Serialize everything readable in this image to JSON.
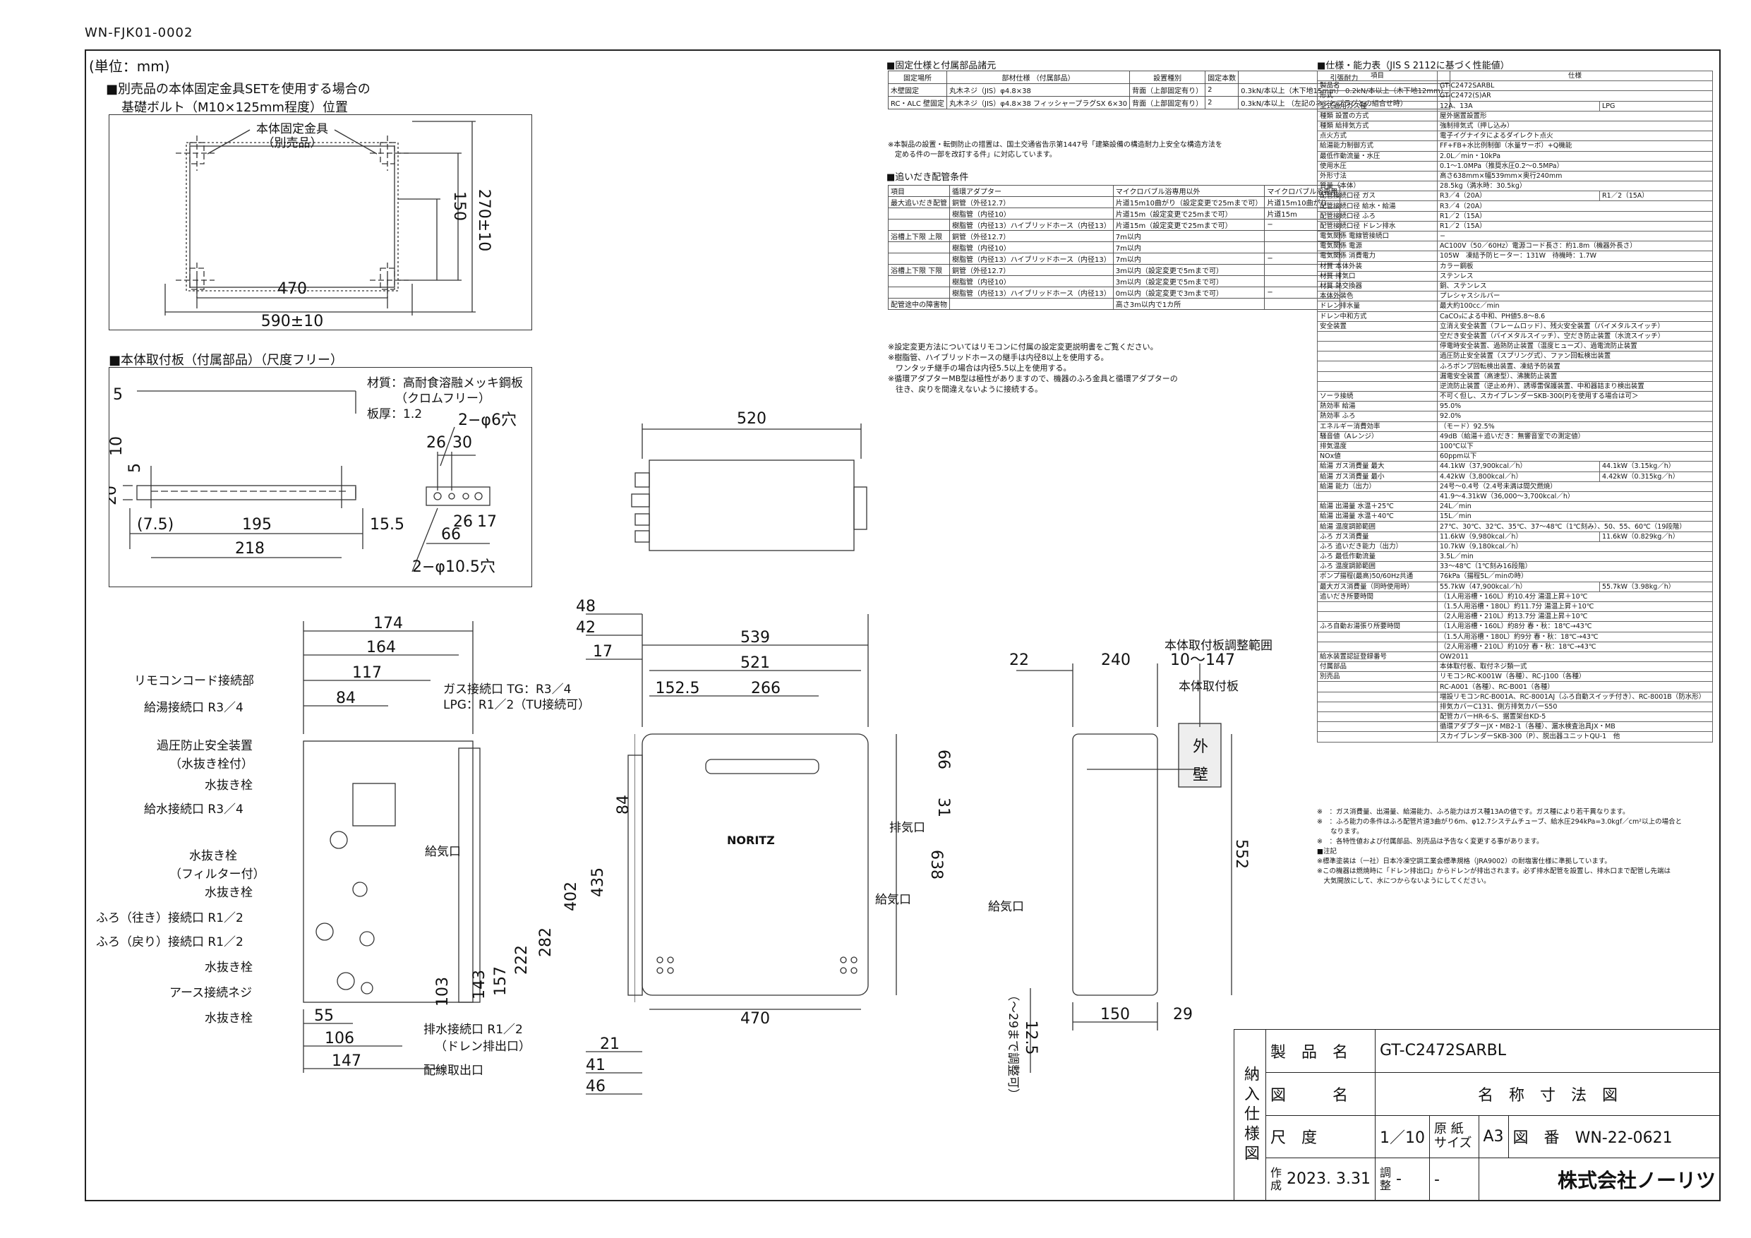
{
  "doc_id": "WN-FJK01-0002",
  "unit_label": "(単位：mm)",
  "section1": {
    "title_line1": "■別売品の本体固定金具SETを使用する場合の",
    "title_line2": "基礎ボルト（M10×125mm程度）位置",
    "bracket_label_line1": "本体固定金具",
    "bracket_label_line2": "（別売品）",
    "dims": [
      "270±10",
      "150",
      "470",
      "590±10"
    ]
  },
  "section2": {
    "title": "■本体取付板（付属部品）（尺度フリー）",
    "material_line1": "材質：高耐食溶融メッキ鋼板",
    "material_line2": "（クロムフリー）",
    "thickness": "板厚：1.2",
    "dims": [
      "5",
      "10",
      "5",
      "20",
      "(7.5)",
      "195",
      "15.5",
      "218",
      "2−φ6穴",
      "26",
      "30",
      "26",
      "17",
      "66",
      "2−φ10.5穴"
    ]
  },
  "top_view": {
    "dims": [
      "520"
    ]
  },
  "left_side": {
    "dims_top": [
      "174",
      "164",
      "117",
      "84"
    ],
    "dims_bottom": [
      "55",
      "106",
      "147"
    ],
    "dims_vertical": [
      "402",
      "435",
      "282",
      "222",
      "157",
      "143",
      "103",
      "84"
    ],
    "labels": [
      "リモコンコード接続部",
      "給湯接続口 R3／4",
      "過圧防止安全装置",
      "（水抜き栓付）",
      "水抜き栓",
      "給水接続口 R3／4",
      "水抜き栓",
      "（フィルター付）",
      "水抜き栓",
      "ふろ（往き）接続口 R1／2",
      "ふろ（戻り）接続口 R1／2",
      "水抜き栓",
      "アース接続ネジ",
      "水抜き栓"
    ],
    "right_labels": [
      "ガス接続口 TG：R3／4",
      "LPG：R1／2（TU接続可）",
      "給気口",
      "排水接続口 R1／2",
      "（ドレン排出口）",
      "配線取出口"
    ]
  },
  "front_view": {
    "dims": [
      "48",
      "42",
      "17",
      "539",
      "521",
      "152.5",
      "266",
      "66",
      "31",
      "638",
      "470",
      "21",
      "41",
      "46"
    ],
    "labels": [
      "排気口",
      "給気口"
    ],
    "brand": "NORITZ"
  },
  "right_side": {
    "dims": [
      "22",
      "240",
      "10〜147",
      "552",
      "150",
      "29",
      "12.5",
      "（〜29まで調整可）"
    ],
    "labels": [
      "本体取付板調整範囲",
      "本体取付板",
      "外",
      "壁",
      "給気口"
    ]
  },
  "table1": {
    "title": "■固定仕様と付属部品諸元",
    "headers": [
      "固定場所",
      "部材仕様\n（付属部品）",
      "設置種別",
      "固定本数",
      "引張耐力"
    ],
    "rows": [
      [
        "木壁固定",
        "丸木ネジ（JIS）φ4.8×38",
        "背面（上部固定有り）",
        "2",
        "0.3kN/本以上（木下地15mm）\n0.2kN/本以上（木下地12mm）"
      ],
      [
        "RC・ALC\n壁固定",
        "丸木ネジ（JIS）φ4.8×38\nフィッシャープラグSX 6×30",
        "背面（上部固定有り）",
        "2",
        "0.3kN/本以上\n（左記のネジとプラグとの組合せ時）"
      ]
    ],
    "note1": "※本製品の設置・転倒防止の措置は、国土交通省告示第1447号「建築設備の構造耐力上安全な構造方法を",
    "note2": "　定める件の一部を改訂する件」に対応しています。"
  },
  "table2": {
    "title": "■追いだき配管条件",
    "rows": [
      [
        "項目",
        "循環アダプター",
        "マイクロバブル浴専用以外",
        "マイクロバブル浴専用"
      ],
      [
        "最大追いだき配管",
        "銅管（外径12.7）",
        "片道15m10曲がり（設定変更で25mまで可）",
        "片道15m10曲がり"
      ],
      [
        "",
        "樹脂管（内径10）",
        "片道15m（設定変更で25mまで可）",
        "片道15m"
      ],
      [
        "",
        "樹脂管（内径13）ハイブリッドホース（内径13）",
        "片道15m（設定変更で25mまで可）",
        "−"
      ],
      [
        "浴槽上下限 上限",
        "銅管（外径12.7）",
        "7m以内",
        ""
      ],
      [
        "",
        "樹脂管（内径10）",
        "7m以内",
        ""
      ],
      [
        "",
        "樹脂管（内径13）ハイブリッドホース（内径13）",
        "7m以内",
        "−"
      ],
      [
        "浴槽上下限 下限",
        "銅管（外径12.7）",
        "3m以内（設定変更で5mまで可）",
        ""
      ],
      [
        "",
        "樹脂管（内径10）",
        "3m以内（設定変更で5mまで可）",
        ""
      ],
      [
        "",
        "樹脂管（内径13）ハイブリッドホース（内径13）",
        "0m以内（設定変更で3mまで可）",
        "−"
      ],
      [
        "配管途中の障害物",
        "",
        "高さ3m以内で1カ所",
        ""
      ]
    ],
    "notes": [
      "※設定変更方法についてはリモコンに付属の設定変更説明書をご覧ください。",
      "※樹脂管、ハイブリッドホースの継手は内径8以上を使用する。",
      "　ワンタッチ継手の場合は内径5.5以上を使用する。",
      "※循環アダプターMB型は極性がありますので、機器のふろ金具と循環アダプターの",
      "　往き、戻りを間違えないように接続する。"
    ]
  },
  "spec": {
    "title": "■仕様・能力表（JIS S 2112に基づく性能値）",
    "header": [
      "項目",
      "仕様"
    ],
    "rows": [
      [
        "製品名",
        "GT-C2472SARBL",
        ""
      ],
      [
        "形式",
        "GT-C2472(S)AR",
        ""
      ],
      [
        "型式適用ガス種",
        "12A、13A",
        "LPG"
      ],
      [
        "種類 設置の方式",
        "屋外据置設置形",
        ""
      ],
      [
        "種類 給排気方式",
        "強制排気式（押し込み）",
        ""
      ],
      [
        "点火方式",
        "電子イグナイタによるダイレクト点火",
        ""
      ],
      [
        "給湯能力制御方式",
        "FF+FB+水比例制御（水量サーボ）+Q機能",
        ""
      ],
      [
        "最低作動流量・水圧",
        "2.0L／min・10kPa",
        ""
      ],
      [
        "使用水圧",
        "0.1〜1.0MPa（推奨水圧0.2〜0.5MPa）",
        ""
      ],
      [
        "外形寸法",
        "高さ638mm×幅539mm×奥行240mm",
        ""
      ],
      [
        "質量（本体）",
        "28.5kg（満水時：30.5kg）",
        ""
      ],
      [
        "配管接続口径 ガス",
        "R3／4（20A）",
        "R1／2（15A）"
      ],
      [
        "配管接続口径 給水・給湯",
        "R3／4（20A）",
        ""
      ],
      [
        "配管接続口径 ふろ",
        "R1／2（15A）",
        ""
      ],
      [
        "配管接続口径 ドレン排水",
        "R1／2（15A）",
        ""
      ],
      [
        "電気関係 電線管接続口",
        "−",
        ""
      ],
      [
        "電気関係 電源",
        "AC100V（50／60Hz）電源コード長さ：約1.8m（機器外長さ）",
        ""
      ],
      [
        "電気関係 消費電力",
        "105W　凍結予防ヒーター：131W　待機時：1.7W",
        ""
      ],
      [
        "材質 本体外装",
        "カラー鋼板",
        ""
      ],
      [
        "材質 排気口",
        "ステンレス",
        ""
      ],
      [
        "材質 熱交換器",
        "銅、ステンレス",
        ""
      ],
      [
        "本体外装色",
        "プレシャスシルバー",
        ""
      ],
      [
        "ドレン排水量",
        "最大約100cc／min",
        ""
      ],
      [
        "ドレン中和方式",
        "CaCO₃による中和、PH値5.8〜8.6",
        ""
      ],
      [
        "安全装置",
        "立消え安全装置（フレームロッド）、残火安全装置（バイメタルスイッチ）",
        ""
      ],
      [
        "",
        "空だき安全装置（バイメタルスイッチ）、空だき防止装置（水流スイッチ）",
        ""
      ],
      [
        "",
        "停電時安全装置、過熱防止装置（温度ヒューズ）、過電流防止装置",
        ""
      ],
      [
        "",
        "過圧防止安全装置（スプリング式）、ファン回転検出装置",
        ""
      ],
      [
        "",
        "ふろポンプ回転検出装置、凍結予防装置",
        ""
      ],
      [
        "",
        "漏電安全装置（高速型）、沸騰防止装置",
        ""
      ],
      [
        "",
        "逆流防止装置（逆止め弁）、誘導雷保護装置、中和器詰まり検出装置",
        ""
      ],
      [
        "ソーラ接続",
        "不可く但し、スカイブレンダーSKB-300(P)を使用する場合は可＞",
        ""
      ],
      [
        "熱効率 給湯",
        "95.0%",
        ""
      ],
      [
        "熱効率 ふろ",
        "92.0%",
        ""
      ],
      [
        "エネルギー消費効率",
        "（モード）92.5%",
        ""
      ],
      [
        "騒音値（Aレンジ）",
        "49dB（給湯＋追いだき：無響音室での測定値）",
        ""
      ],
      [
        "排気温度",
        "100℃以下",
        ""
      ],
      [
        "NOx値",
        "60ppm以下",
        ""
      ],
      [
        "給湯 ガス消費量 最大",
        "44.1kW（37,900kcal／h）",
        "44.1kW（3.15kg／h）"
      ],
      [
        "給湯 ガス消費量 最小",
        "4.42kW（3,800kcal／h）",
        "4.42kW（0.315kg／h）"
      ],
      [
        "給湯 能力（出力）",
        "24号〜0.4号（2.4号未満は間欠燃焼）",
        ""
      ],
      [
        "",
        "41.9〜4.31kW（36,000〜3,700kcal／h）",
        ""
      ],
      [
        "給湯 出湯量 水温＋25℃",
        "24L／min",
        ""
      ],
      [
        "給湯 出湯量 水温＋40℃",
        "15L／min",
        ""
      ],
      [
        "給湯 温度調節範囲",
        "27℃、30℃、32℃、35℃、37〜48℃（1℃刻み）、50、55、60℃（19段階）",
        ""
      ],
      [
        "ふろ ガス消費量",
        "11.6kW（9,980kcal／h）",
        "11.6kW（0.829kg／h）"
      ],
      [
        "ふろ 追いだき能力（出力）",
        "10.7kW（9,180kcal／h）",
        ""
      ],
      [
        "ふろ 最低作動流量",
        "3.5L／min",
        ""
      ],
      [
        "ふろ 温度調節範囲",
        "33〜48℃（1℃刻み16段階）",
        ""
      ],
      [
        "ポンプ揚程(最高)50/60Hz共通",
        "76kPa（揚程5L／minの時）",
        ""
      ],
      [
        "最大ガス消費量（同時使用時）",
        "55.7kW（47,900kcal／h）",
        "55.7kW（3.98kg／h）"
      ],
      [
        "追いだき所要時間",
        "（1人用浴槽・160L）約10.4分 湯温上昇＋10℃",
        ""
      ],
      [
        "",
        "（1.5人用浴槽・180L）約11.7分 湯温上昇＋10℃",
        ""
      ],
      [
        "",
        "（2人用浴槽・210L）約13.7分 湯温上昇＋10℃",
        ""
      ],
      [
        "ふろ自動お湯張り所要時間",
        "（1人用浴槽・160L）約8分 春・秋：18℃→43℃",
        ""
      ],
      [
        "",
        "（1.5人用浴槽・180L）約9分 春・秋：18℃→43℃",
        ""
      ],
      [
        "",
        "（2人用浴槽・210L）約10分 春・秋：18℃→43℃",
        ""
      ],
      [
        "給水装置認証登録番号",
        "OW2011",
        ""
      ],
      [
        "付属部品",
        "本体取付板、取付ネジ類一式",
        ""
      ],
      [
        "別売品",
        "リモコンRC-K001W（各種）、RC-J100（各種）",
        ""
      ],
      [
        "",
        "RC-A001（各種）、RC-B001（各種）",
        ""
      ],
      [
        "",
        "増設リモコンRC-B001A、RC-8001AJ（ふろ自動スイッチ付き）、RC-8001B（防水形）",
        ""
      ],
      [
        "",
        "排気カバーC131、側方排気カバーS50",
        ""
      ],
      [
        "",
        "配管カバーHR-6-S、据置架台KD-5",
        ""
      ],
      [
        "",
        "循環アダプターJX・MB2-1（各種）、漏水検査治具JX・MB",
        ""
      ],
      [
        "",
        "スカイブレンダーSKB-300（P）、脱出器ユニットQU-1　他",
        ""
      ]
    ],
    "footnotes": [
      "※　：ガス消費量、出湯量、給湯能力、ふろ能力はガス種13Aの値です。ガス種により若干異なります。",
      "※　：ふろ能力の条件はふろ配管片道3曲がり6m、φ12.7システムチューブ、給水圧294kPa=3.0kgf／cm²以上の場合と",
      "　　なります。",
      "※　：各特性値および付属部品、別売品は予告なく変更する事があります。",
      "■注記",
      "※標準塗装は（一社）日本冷凍空調工業会標準規格（JRA9002）の耐塩害仕様に準拠しています。",
      "※この機器は燃焼時に「ドレン排出口」からドレンが排出されます。必ず排水配管を設置し、排水口まで配管し先端は",
      "　大気開放にして、水につからないようにしてください。"
    ]
  },
  "title_block": {
    "vertical_label": "納入仕様図",
    "product_label": "製　品　名",
    "product_value": "GT-C2472SARBL",
    "drawing_label": "図　　　名",
    "drawing_value": "名　称　寸　法　図",
    "scale_label": "尺　度",
    "scale_value": "1／10",
    "paper_label": "原 紙\nサイズ",
    "paper_value": "A3",
    "number_label": "図　番",
    "number_value": "WN-22-0621",
    "made_label": "作\n成",
    "made_value": "2023. 3.31",
    "adjust_label": "調\n整",
    "adjust_value1": "-",
    "adjust_value2": "-",
    "company": "株式会社ノーリツ"
  }
}
